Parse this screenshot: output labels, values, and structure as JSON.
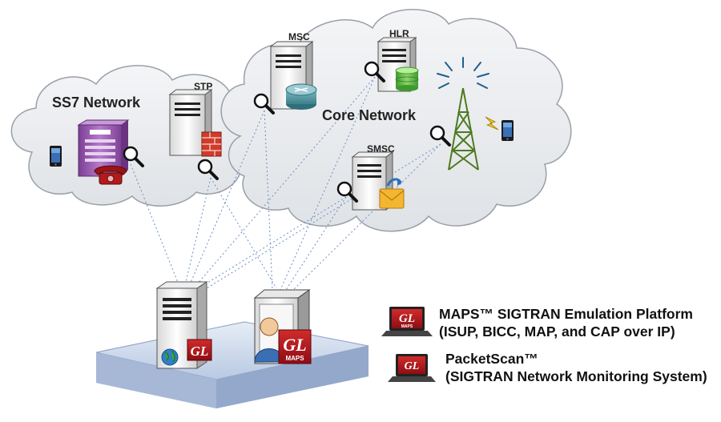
{
  "network": {
    "ss7_label": "SS7 Network",
    "core_label": "Core Network",
    "stp_label": "STP",
    "msc_label": "MSC",
    "hlr_label": "HLR",
    "smsc_label": "SMSC"
  },
  "logos": {
    "gl": "GL",
    "maps": "MAPS"
  },
  "legend": {
    "maps_line1": "MAPS™ SIGTRAN Emulation Platform",
    "maps_line2": "(ISUP,  BICC, MAP, and CAP over IP)",
    "ps_line1": "PacketScan™",
    "ps_line2": "(SIGTRAN Network Monitoring System)"
  },
  "colors": {
    "cloud_fill": "#e9ebee",
    "cloud_stroke": "#9aa0a8",
    "link_line": "#6b8fc4",
    "gl_red": "#b5121b",
    "platform": "#c9d6ea"
  }
}
